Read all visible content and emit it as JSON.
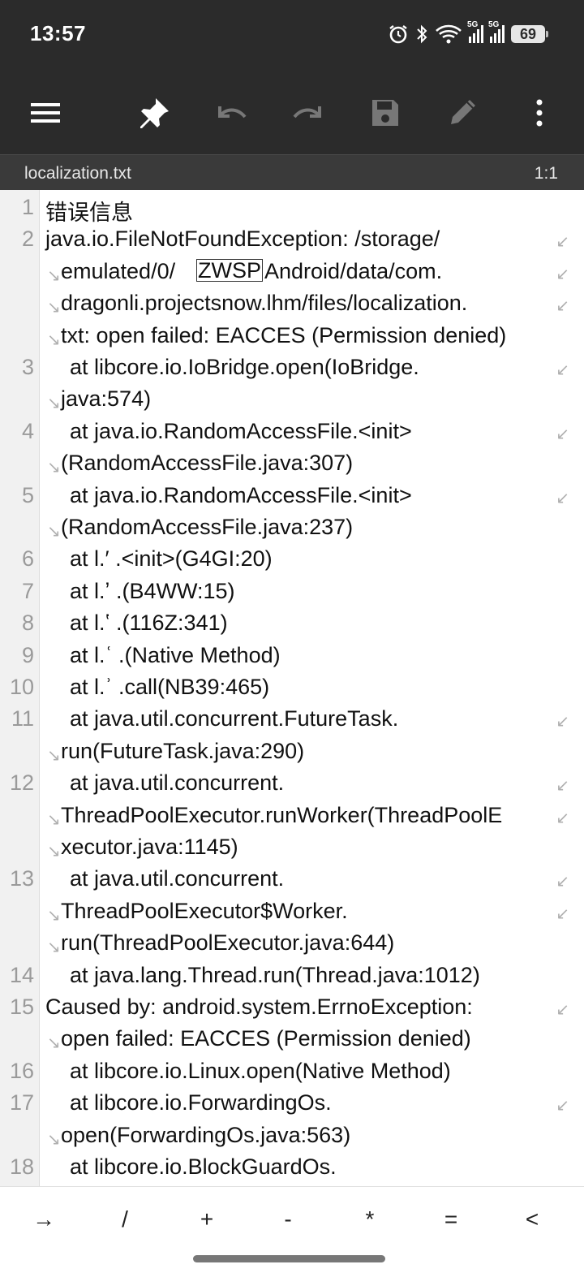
{
  "status_bar": {
    "time": "13:57",
    "icons": [
      "alarm-icon",
      "bluetooth-icon",
      "wifi-icon",
      "signal-5g-icon",
      "signal-5g-icon"
    ],
    "signal_label": "5G",
    "battery": "69"
  },
  "toolbar": {
    "buttons": [
      "menu-icon",
      "pin-icon",
      "undo-icon",
      "redo-icon",
      "save-icon",
      "edit-icon",
      "more-icon"
    ]
  },
  "file": {
    "name": "localization.txt",
    "cursor": "1:1"
  },
  "editor": {
    "lines": [
      {
        "num": "1",
        "text": "错误信息"
      },
      {
        "num": "2",
        "text": "java.io.FileNotFoundException: /storage/"
      },
      {
        "num": "",
        "text": "emulated/0/"
      },
      {
        "num": "",
        "text": "dragonli.projectsnow.lhm/files/localization."
      },
      {
        "num": "",
        "text": "txt: open failed: EACCES (Permission denied)"
      },
      {
        "num": "3",
        "text": "    at libcore.io.IoBridge.open(IoBridge."
      },
      {
        "num": "",
        "text": "java:574)"
      },
      {
        "num": "4",
        "text": "    at java.io.RandomAccessFile.<init>"
      },
      {
        "num": "",
        "text": "(RandomAccessFile.java:307)"
      },
      {
        "num": "5",
        "text": "    at java.io.RandomAccessFile.<init>"
      },
      {
        "num": "",
        "text": "(RandomAccessFile.java:237)"
      },
      {
        "num": "6",
        "text": "    at l.′ .<init>(G4GI:20)"
      },
      {
        "num": "7",
        "text": "    at l.ʼ .(B4WW:15)"
      },
      {
        "num": "8",
        "text": "    at l.ʽ .(116Z:341)"
      },
      {
        "num": "9",
        "text": "    at l.ʿ .(Native Method)"
      },
      {
        "num": "10",
        "text": "    at l.ʾ .call(NB39:465)"
      },
      {
        "num": "11",
        "text": "    at java.util.concurrent.FutureTask."
      },
      {
        "num": "",
        "text": "run(FutureTask.java:290)"
      },
      {
        "num": "12",
        "text": "    at java.util.concurrent."
      },
      {
        "num": "",
        "text": "ThreadPoolExecutor.runWorker(ThreadPoolE"
      },
      {
        "num": "",
        "text": "xecutor.java:1145)"
      },
      {
        "num": "13",
        "text": "    at java.util.concurrent."
      },
      {
        "num": "",
        "text": "ThreadPoolExecutor$Worker."
      },
      {
        "num": "",
        "text": "run(ThreadPoolExecutor.java:644)"
      },
      {
        "num": "14",
        "text": "    at java.lang.Thread.run(Thread.java:1012)"
      },
      {
        "num": "15",
        "text": "Caused by: android.system.ErrnoException: "
      },
      {
        "num": "",
        "text": "open failed: EACCES (Permission denied)"
      },
      {
        "num": "16",
        "text": "    at libcore.io.Linux.open(Native Method)"
      },
      {
        "num": "17",
        "text": "    at libcore.io.ForwardingOs."
      },
      {
        "num": "",
        "text": "open(ForwardingOs.java:563)"
      },
      {
        "num": "18",
        "text": "    at libcore.io.BlockGuardOs."
      }
    ],
    "zwsp_marker": "ZWSP",
    "line3_tail": "Android/data/com."
  },
  "keybar": {
    "keys": [
      "→",
      "/",
      "+",
      "-",
      "*",
      "=",
      "<"
    ]
  }
}
